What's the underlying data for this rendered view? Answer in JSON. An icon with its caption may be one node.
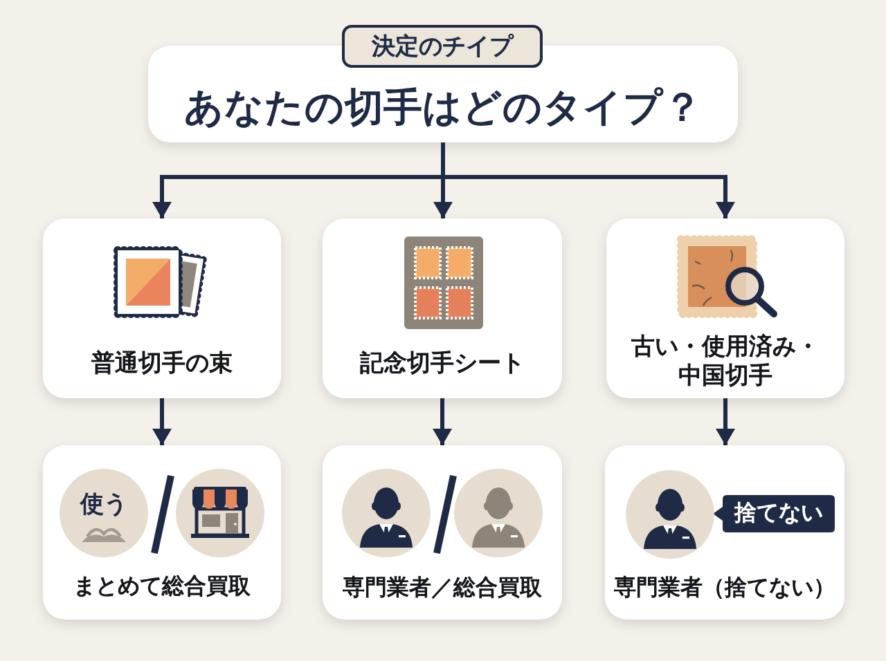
{
  "diagram": {
    "nodes": [
      {
        "text": [
          "決定のチイプ"
        ]
      },
      {
        "text": [
          "あなたの切手はどのタイプ？"
        ]
      },
      {
        "text": [
          "普通切手の束"
        ]
      },
      {
        "text": [
          "記念切手シート"
        ]
      },
      {
        "text": [
          "古い・使用済み・中国切手"
        ]
      },
      {
        "text": [
          "まとめて総合買取"
        ]
      },
      {
        "text": [
          "使う"
        ],
        "in": 5
      },
      {
        "text": [
          "専門業者／総合買取"
        ]
      },
      {
        "text": [
          "専門業者（捨てない）"
        ]
      },
      {
        "text": [
          "捨てない"
        ],
        "in": 8
      }
    ],
    "edges": [
      {
        "from": 1,
        "to": 2,
        "arrow": "to"
      },
      {
        "from": 1,
        "to": 3,
        "arrow": "to"
      },
      {
        "from": 1,
        "to": 4,
        "arrow": "to"
      },
      {
        "from": 2,
        "to": 5,
        "arrow": "to"
      },
      {
        "from": 3,
        "to": 7,
        "arrow": "to"
      },
      {
        "from": 4,
        "to": 8,
        "arrow": "to"
      }
    ]
  }
}
